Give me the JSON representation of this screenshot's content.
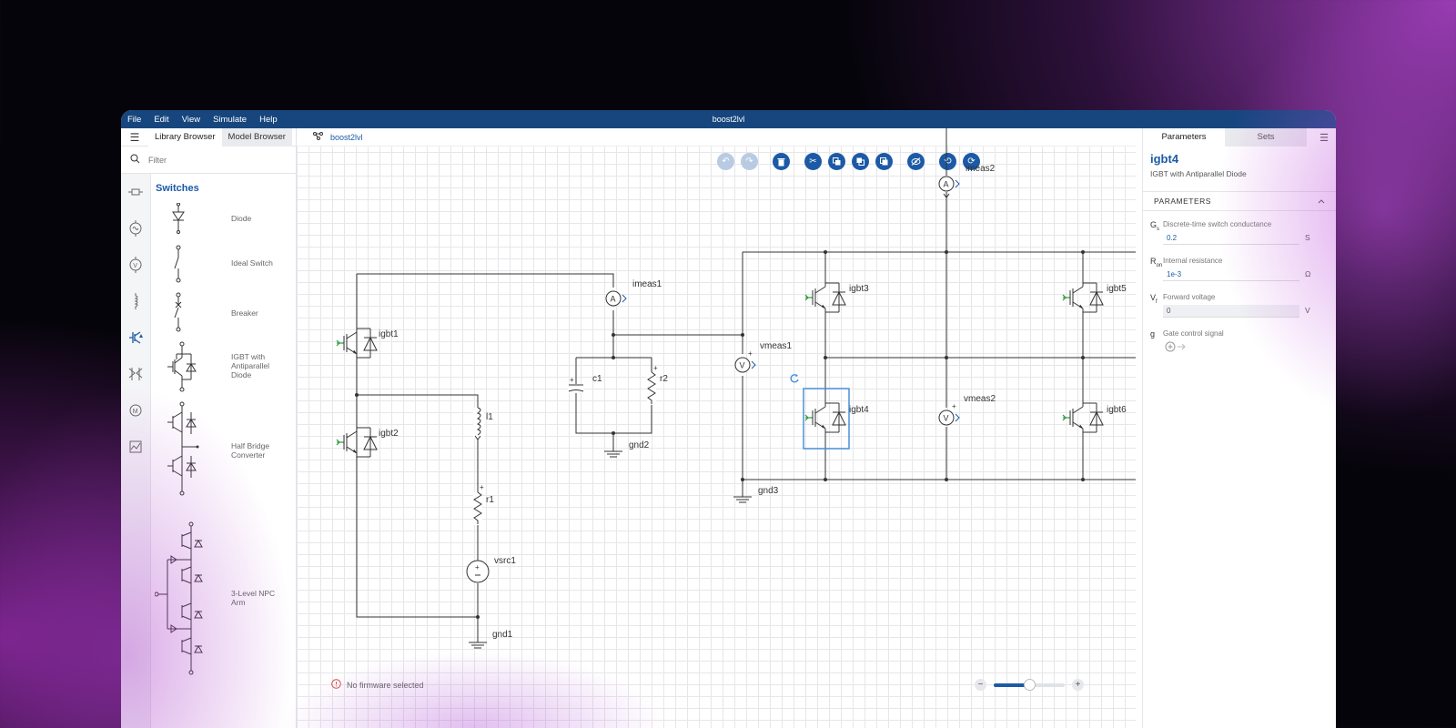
{
  "menu": {
    "items": [
      "File",
      "Edit",
      "View",
      "Simulate",
      "Help"
    ],
    "window_title": "boost2lvl"
  },
  "left": {
    "tabs": {
      "library": "Library Browser",
      "model": "Model Browser"
    },
    "filter_placeholder": "Filter",
    "section": "Switches",
    "components": {
      "diode": "Diode",
      "ideal_switch": "Ideal Switch",
      "breaker": "Breaker",
      "igbt": "IGBT with Antiparallel Diode",
      "half_bridge": "Half Bridge Converter",
      "npc": "3-Level NPC Arm"
    },
    "rail_icons": [
      "rail-resistor-icon",
      "rail-source-icon",
      "rail-voltmeter-icon",
      "rail-inductor-icon",
      "rail-switch-icon",
      "rail-converter-icon",
      "rail-motor-icon",
      "rail-scope-icon"
    ]
  },
  "canvas": {
    "breadcrumb": "boost2lvl",
    "labels": {
      "imeas1": "imeas1",
      "imeas2": "imeas2",
      "igbt1": "igbt1",
      "igbt2": "igbt2",
      "igbt3": "igbt3",
      "igbt4": "igbt4",
      "igbt5": "igbt5",
      "igbt6": "igbt6",
      "c1": "c1",
      "r2": "r2",
      "l1": "l1",
      "r1": "r1",
      "vsrc1": "vsrc1",
      "vmeas1": "vmeas1",
      "vmeas2": "vmeas2",
      "gnd1": "gnd1",
      "gnd2": "gnd2",
      "gnd3": "gnd3",
      "ammeter": "A",
      "voltmeter": "V"
    },
    "status": "No firmware selected",
    "zoom_fraction": 0.5
  },
  "right": {
    "tabs": {
      "parameters": "Parameters",
      "sets": "Sets"
    },
    "title": "igbt4",
    "subtitle": "IGBT with Antiparallel Diode",
    "section": "PARAMETERS",
    "params": {
      "gs": {
        "sym": "G",
        "sub": "s",
        "desc": "Discrete-time switch conductance",
        "value": "0.2",
        "unit": "S"
      },
      "ron": {
        "sym": "R",
        "sub": "on",
        "desc": "Internal resistance",
        "value": "1e-3",
        "unit": "Ω"
      },
      "vf": {
        "sym": "V",
        "sub": "f",
        "desc": "Forward voltage",
        "value": "0",
        "unit": "V"
      },
      "g": {
        "sym": "g",
        "desc": "Gate control signal"
      }
    }
  },
  "colors": {
    "accent": "#1c5aa6",
    "menubar": "#17467e",
    "selection": "#4a90d9"
  }
}
